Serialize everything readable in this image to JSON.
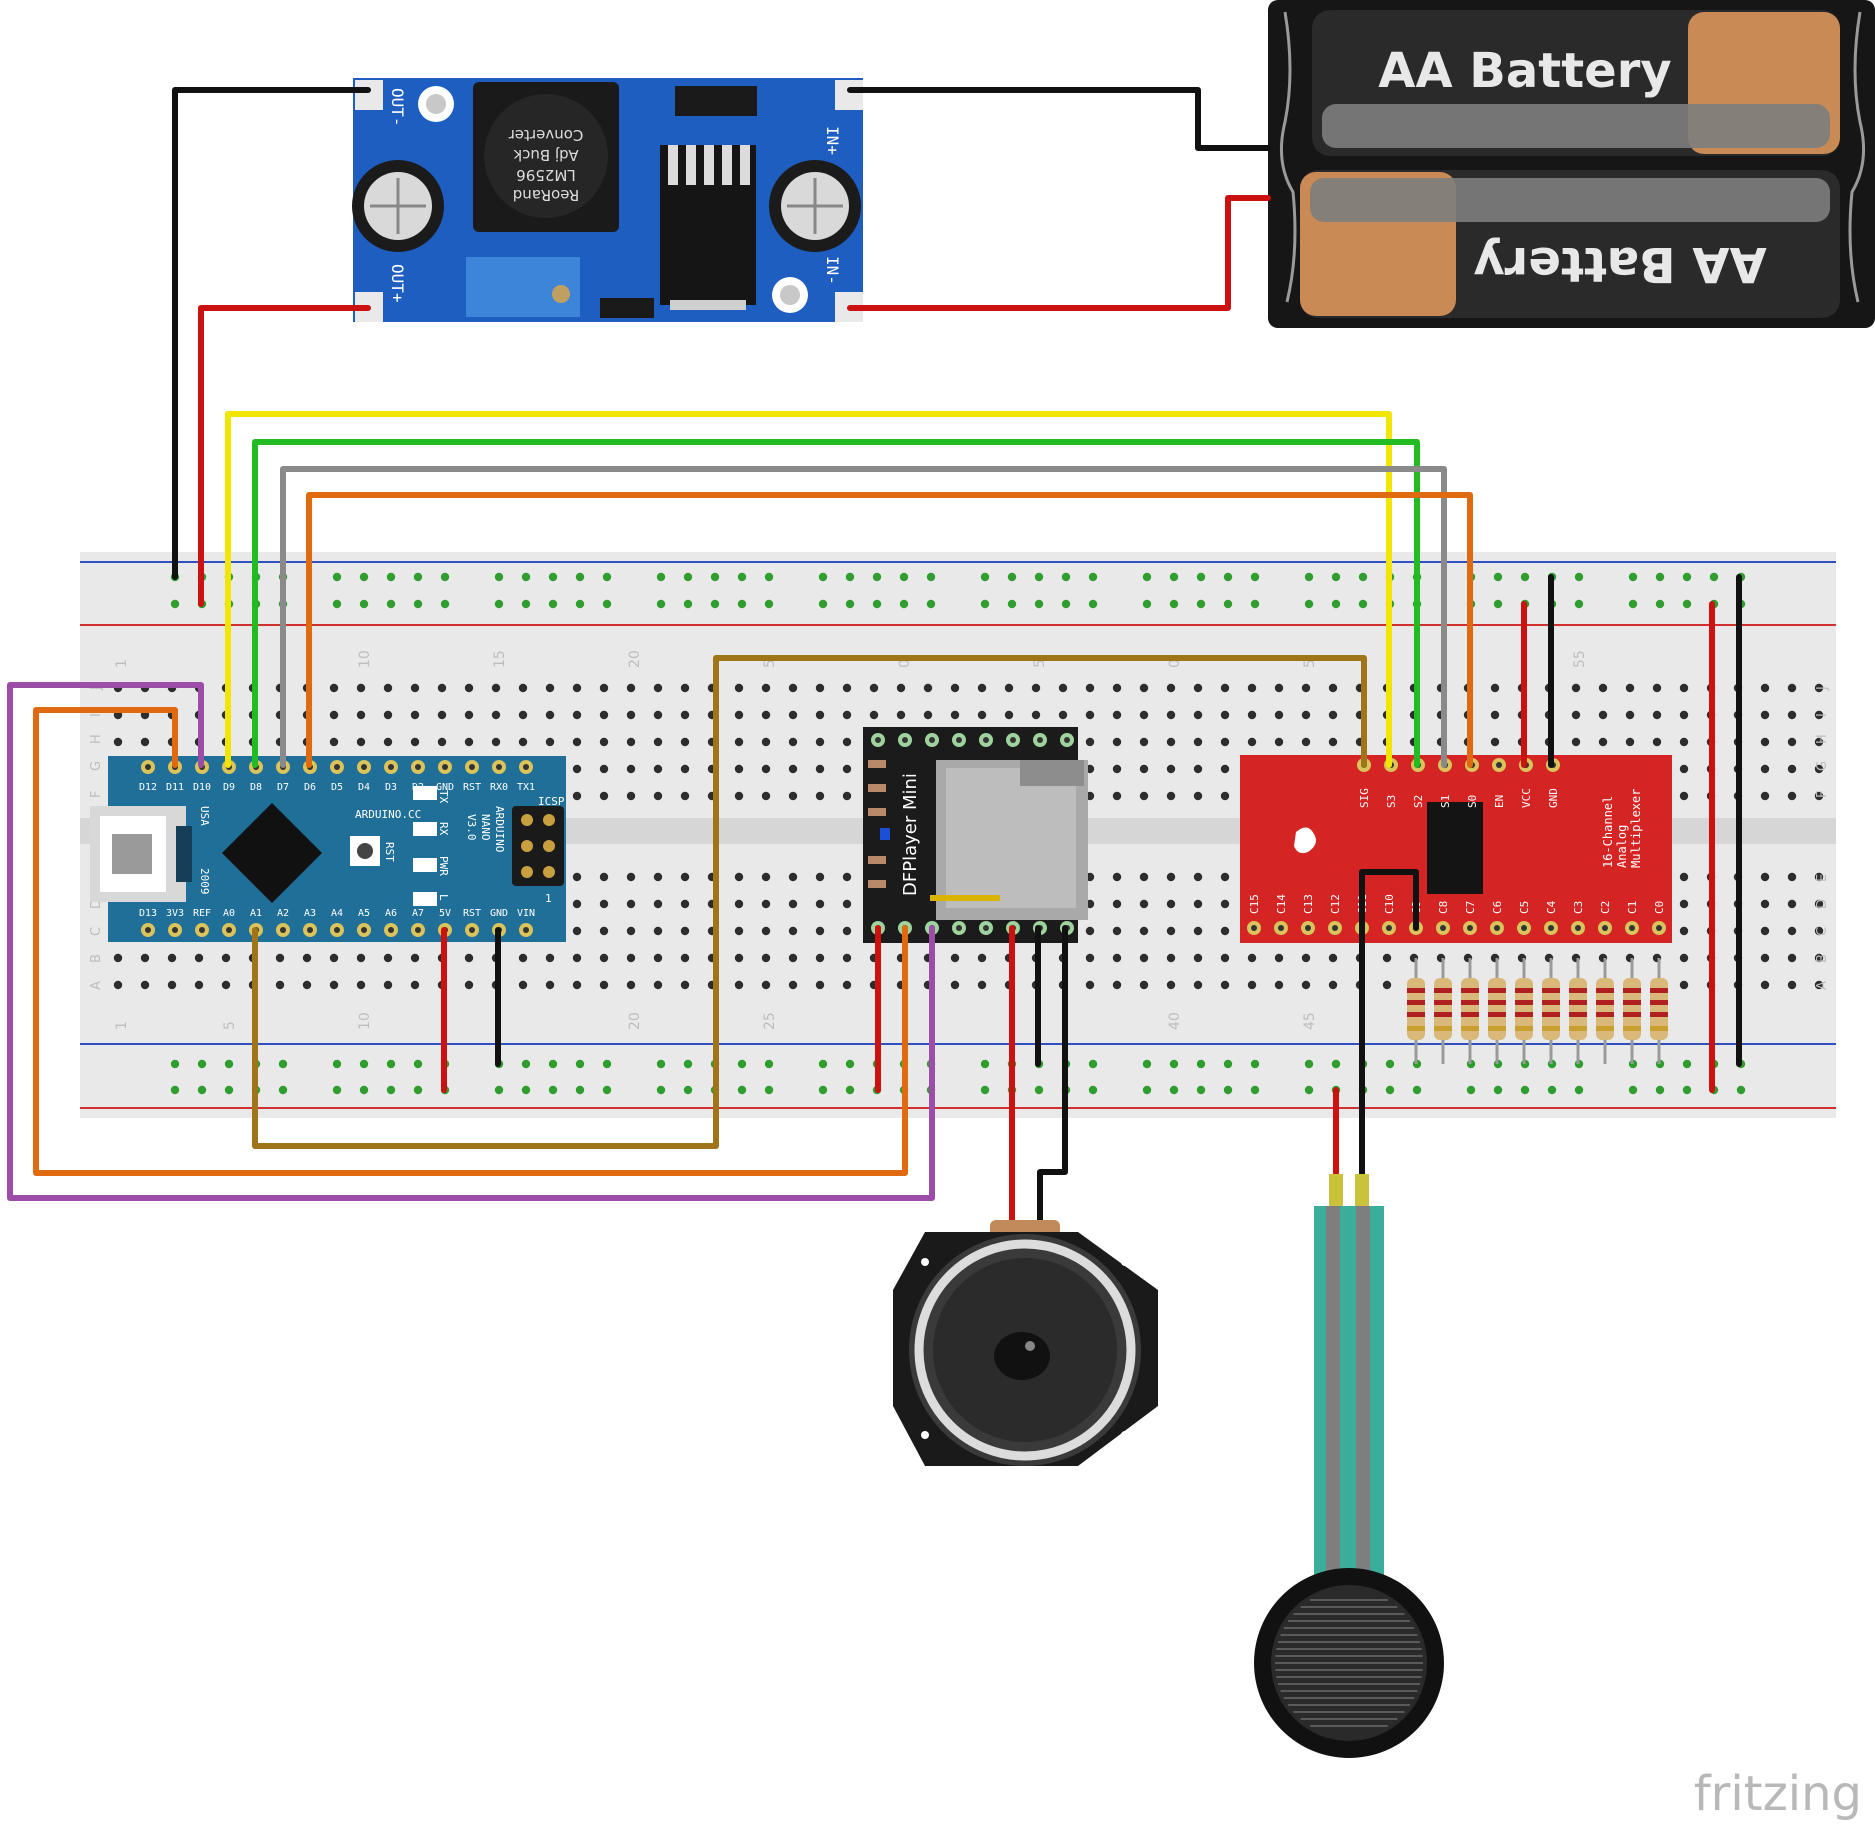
{
  "colors": {
    "wire_black": "#111111",
    "wire_red": "#cc1111",
    "wire_yellow": "#f2e600",
    "wire_green": "#22bb22",
    "wire_gray": "#8a8a8a",
    "wire_orange": "#e06a10",
    "wire_purple": "#9b4da8",
    "wire_brown": "#a07418",
    "breadboard": "#e9e9e9",
    "buck_blue": "#1f5ec1",
    "nano_teal": "#1f6f99",
    "mux_red": "#d42424",
    "dfplayer_black": "#1b1b1b",
    "fsr_teal": "#3aae9a"
  },
  "battery": {
    "label_top": "AA Battery",
    "label_bottom": "AA Battery"
  },
  "buck_converter": {
    "chip_lines": [
      "ReoRand",
      "LM2596",
      "Adj Buck",
      "Converter"
    ],
    "pin_out_minus": "OUT-",
    "pin_out_plus": "OUT+",
    "pin_in_plus": "IN+",
    "pin_in_minus": "IN-"
  },
  "breadboard": {
    "col_numbers_top": [
      "1",
      "10",
      "15",
      "20",
      "5",
      "0",
      "5",
      "0",
      "5",
      "55"
    ],
    "col_numbers_bottom": [
      "1",
      "5",
      "10",
      "20",
      "25",
      "40",
      "45"
    ],
    "row_letters_left_top": [
      "F",
      "G",
      "H",
      "I",
      "J"
    ],
    "row_letters_left_bottom": [
      "A",
      "B",
      "C",
      "D",
      "E"
    ],
    "row_letters_right_top": [
      "F",
      "G",
      "H",
      "I",
      "J"
    ],
    "row_letters_right_bottom": [
      "A",
      "B",
      "C",
      "D",
      "E"
    ]
  },
  "nano": {
    "top_pins": [
      "D12",
      "D11",
      "D10",
      "D9",
      "D8",
      "D7",
      "D6",
      "D5",
      "D4",
      "D3",
      "D2",
      "GND",
      "RST",
      "RX0",
      "TX1"
    ],
    "bottom_pins": [
      "D13",
      "3V3",
      "REF",
      "A0",
      "A1",
      "A2",
      "A3",
      "A4",
      "A5",
      "A6",
      "A7",
      "5V",
      "RST",
      "GND",
      "VIN"
    ],
    "brand": "ARDUINO.CC",
    "model_lines": [
      "ARDUINO",
      "NANO",
      "V3.0"
    ],
    "usa": "USA",
    "year": "2009",
    "icsp": "ICSP",
    "led_tx": "TX",
    "led_rx": "RX",
    "led_pwr": "PWR",
    "led_l": "L",
    "rst": "RST",
    "icsp_pin": "1"
  },
  "dfplayer": {
    "label": "DFPlayer Mini"
  },
  "mux": {
    "top_pins": [
      "SIG",
      "S3",
      "S2",
      "S1",
      "S0",
      "EN",
      "VCC",
      "GND"
    ],
    "bottom_pins": [
      "C15",
      "C14",
      "C13",
      "C12",
      "C11",
      "C10",
      "C9",
      "C8",
      "C7",
      "C6",
      "C5",
      "C4",
      "C3",
      "C2",
      "C1",
      "C0"
    ],
    "title_lines": [
      "16-Channel",
      "Analog",
      "Multiplexer"
    ]
  },
  "branding": {
    "watermark": "fritzing"
  }
}
